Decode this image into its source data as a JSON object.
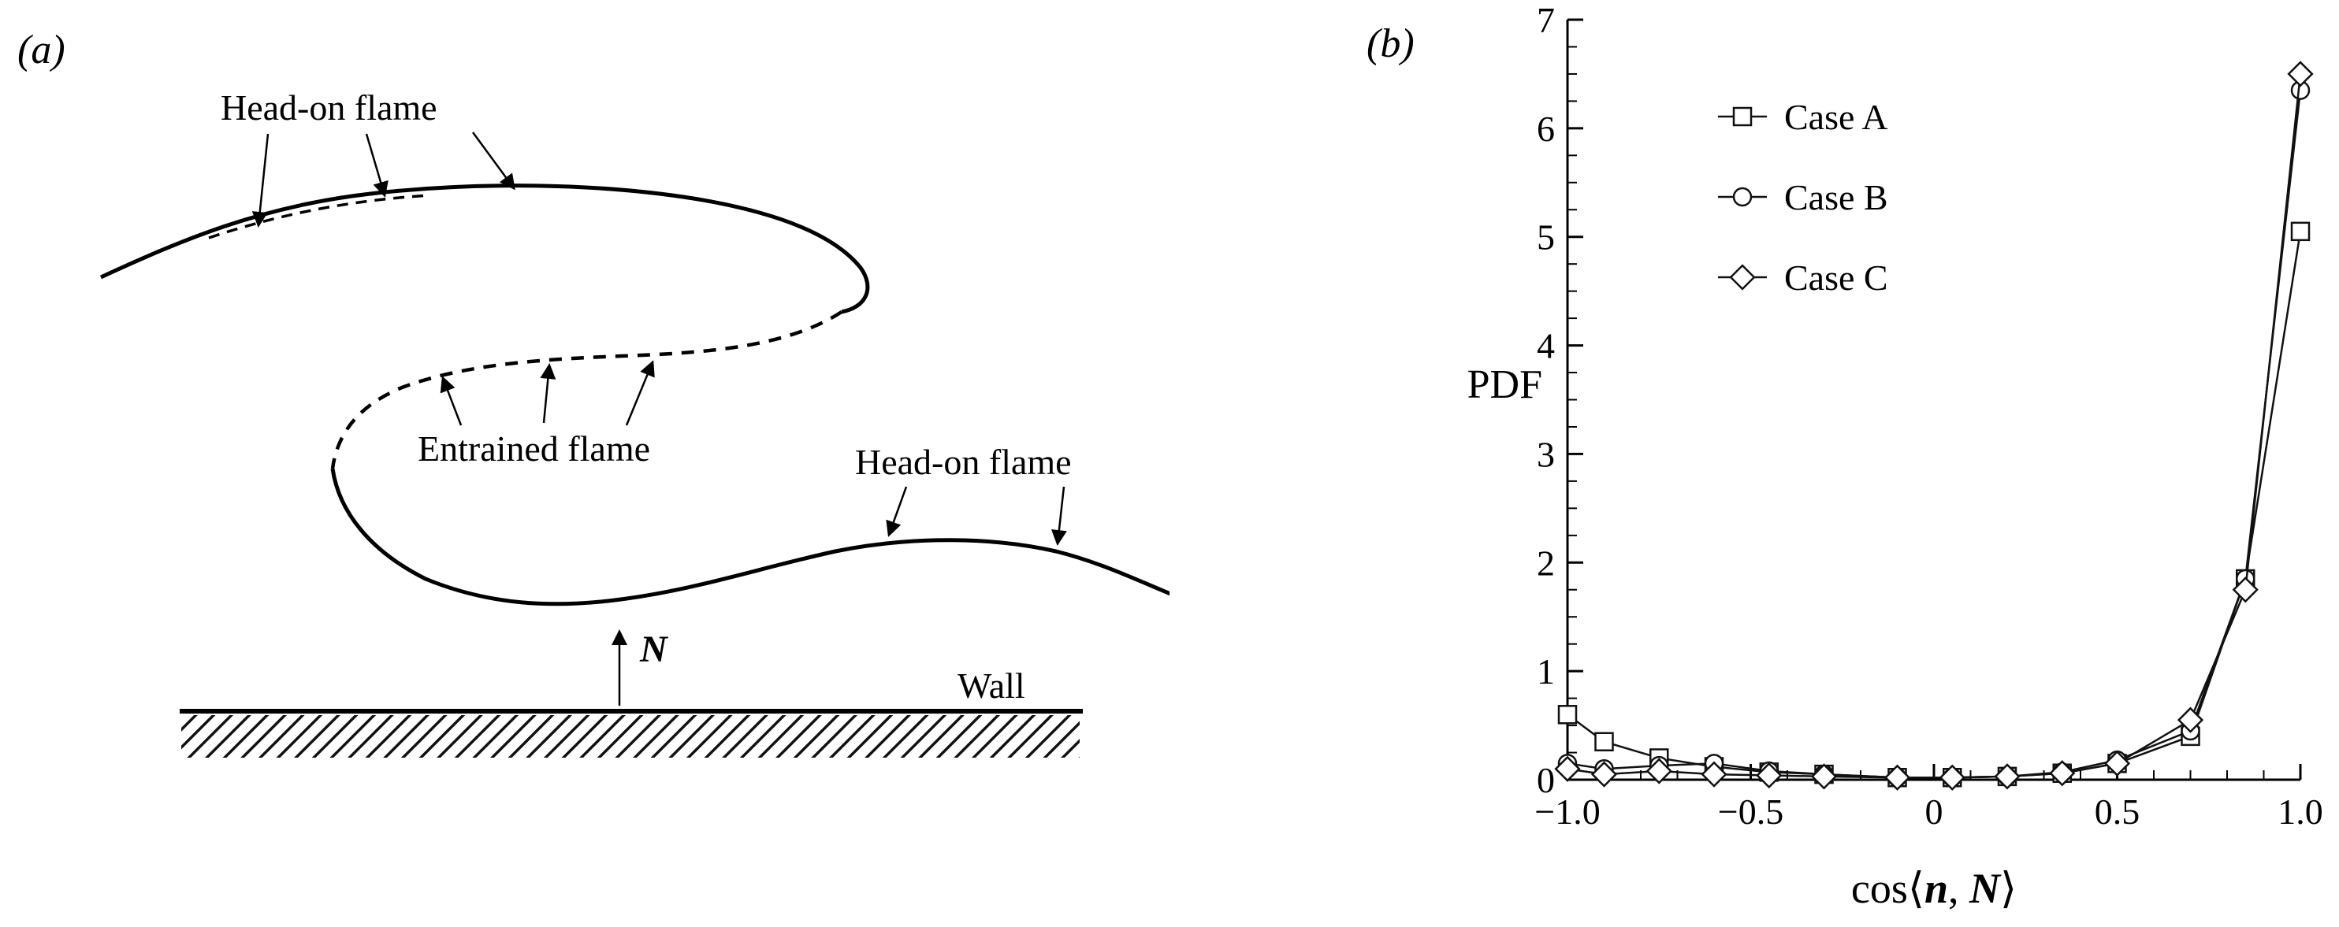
{
  "figure": {
    "panel_a": {
      "label": "(a)",
      "labels": {
        "head_on_top": "Head-on flame",
        "entrained": "Entrained flame",
        "head_on_right": "Head-on flame",
        "normal": "N",
        "wall": "Wall"
      }
    },
    "panel_b": {
      "label": "(b)",
      "ylabel": "PDF",
      "xlabel_parts": {
        "prefix": "cos⟨",
        "n": "n",
        "comma": ", ",
        "N": "N",
        "close": "⟩"
      }
    }
  },
  "chart_data": {
    "type": "line",
    "title": "",
    "xlabel": "cos⟨n, N⟩",
    "ylabel": "PDF",
    "xlim": [
      -1.0,
      1.0
    ],
    "ylim": [
      0,
      7
    ],
    "grid": false,
    "legend_position": "upper center",
    "x_ticks": {
      "values": [
        -1.0,
        -0.5,
        0,
        0.5,
        1.0
      ],
      "labels": [
        "−1.0",
        "−0.5",
        "0",
        "0.5",
        "1.0"
      ]
    },
    "y_ticks": {
      "values": [
        0,
        1,
        2,
        3,
        4,
        5,
        6,
        7
      ],
      "labels": [
        "0",
        "1",
        "2",
        "3",
        "4",
        "5",
        "6",
        "7"
      ]
    },
    "x_minor_step": 0.1,
    "y_minor_step": 0.25,
    "x": [
      -1.0,
      -0.9,
      -0.75,
      -0.6,
      -0.45,
      -0.3,
      -0.1,
      0.05,
      0.2,
      0.35,
      0.5,
      0.7,
      0.85,
      1.0
    ],
    "series": [
      {
        "name": "Case A",
        "marker": "square",
        "values": [
          0.6,
          0.35,
          0.2,
          0.12,
          0.07,
          0.05,
          0.02,
          0.02,
          0.03,
          0.06,
          0.15,
          0.4,
          1.85,
          5.05
        ]
      },
      {
        "name": "Case B",
        "marker": "circle",
        "values": [
          0.15,
          0.1,
          0.13,
          0.15,
          0.08,
          0.05,
          0.02,
          0.02,
          0.03,
          0.07,
          0.18,
          0.45,
          1.85,
          6.35
        ]
      },
      {
        "name": "Case C",
        "marker": "diamond",
        "values": [
          0.1,
          0.05,
          0.08,
          0.05,
          0.04,
          0.03,
          0.02,
          0.02,
          0.03,
          0.06,
          0.15,
          0.55,
          1.75,
          6.5
        ]
      }
    ]
  }
}
